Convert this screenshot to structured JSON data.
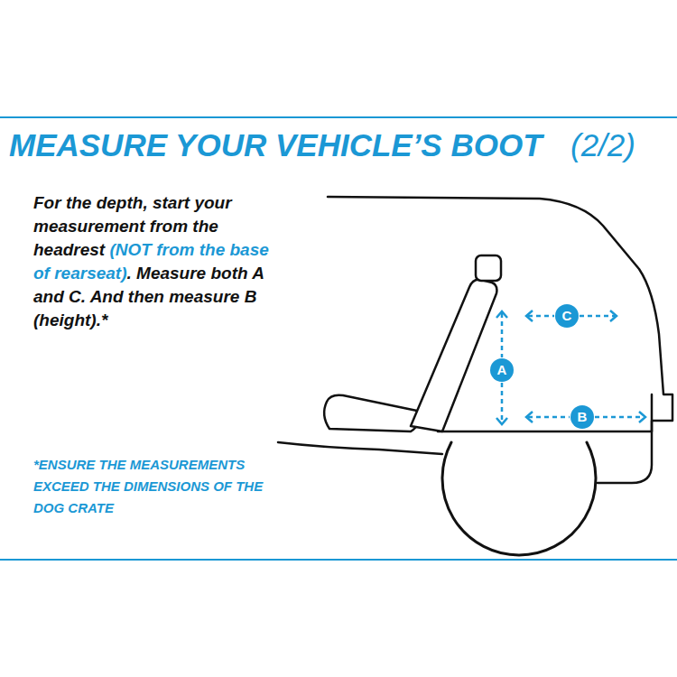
{
  "diagram": {
    "title": "MEASURE YOUR VEHICLE’S BOOT",
    "nodes": [
      {
        "text": [
          "C"
        ]
      },
      {
        "text": [
          "A"
        ]
      },
      {
        "text": [
          "B"
        ]
      }
    ],
    "labels": [
      "(2/2)",
      "For the depth, start your measurement from the headrest",
      "(NOT from the base of rearseat)",
      ". Measure both A and C. And then measure B (height).*",
      "*ENSURE THE MEASUREMENTS EXCEED THE DIMENSIONS OF THE DOG CRATE"
    ]
  }
}
